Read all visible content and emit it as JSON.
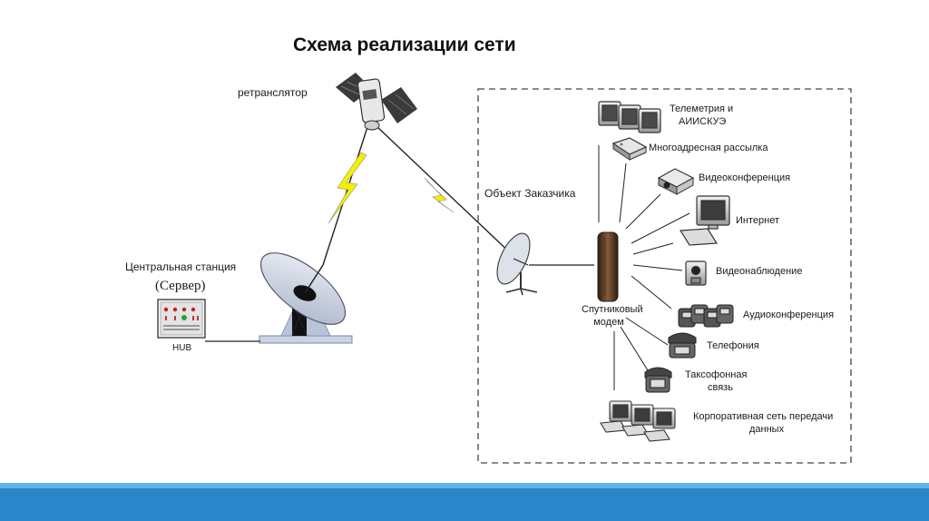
{
  "title": "Схема реализации сети",
  "labels": {
    "relay": "ретранслятор",
    "central_station": "Центральная станция",
    "server": "(Сервер)",
    "hub": "HUB",
    "customer_object": "Объект Заказчика",
    "modem_line1": "Спутниковый",
    "modem_line2": "модем"
  },
  "services": [
    {
      "line1": "Телеметрия и",
      "line2": "АИИСКУЭ"
    },
    {
      "line1": "Многоадресная рассылка",
      "line2": ""
    },
    {
      "line1": "Видеоконференция",
      "line2": ""
    },
    {
      "line1": "Интернет",
      "line2": ""
    },
    {
      "line1": "Видеонаблюдение",
      "line2": ""
    },
    {
      "line1": "Аудиоконференция",
      "line2": ""
    },
    {
      "line1": "Телефония",
      "line2": ""
    },
    {
      "line1": "Таксофонная",
      "line2": "связь"
    },
    {
      "line1": "Корпоративная сеть передачи",
      "line2": "данных"
    }
  ],
  "colors": {
    "lightning": "#f4f000",
    "dashed_border": "#666666",
    "footer": "#2b86c9",
    "footer_accent": "#5fb4e6"
  }
}
